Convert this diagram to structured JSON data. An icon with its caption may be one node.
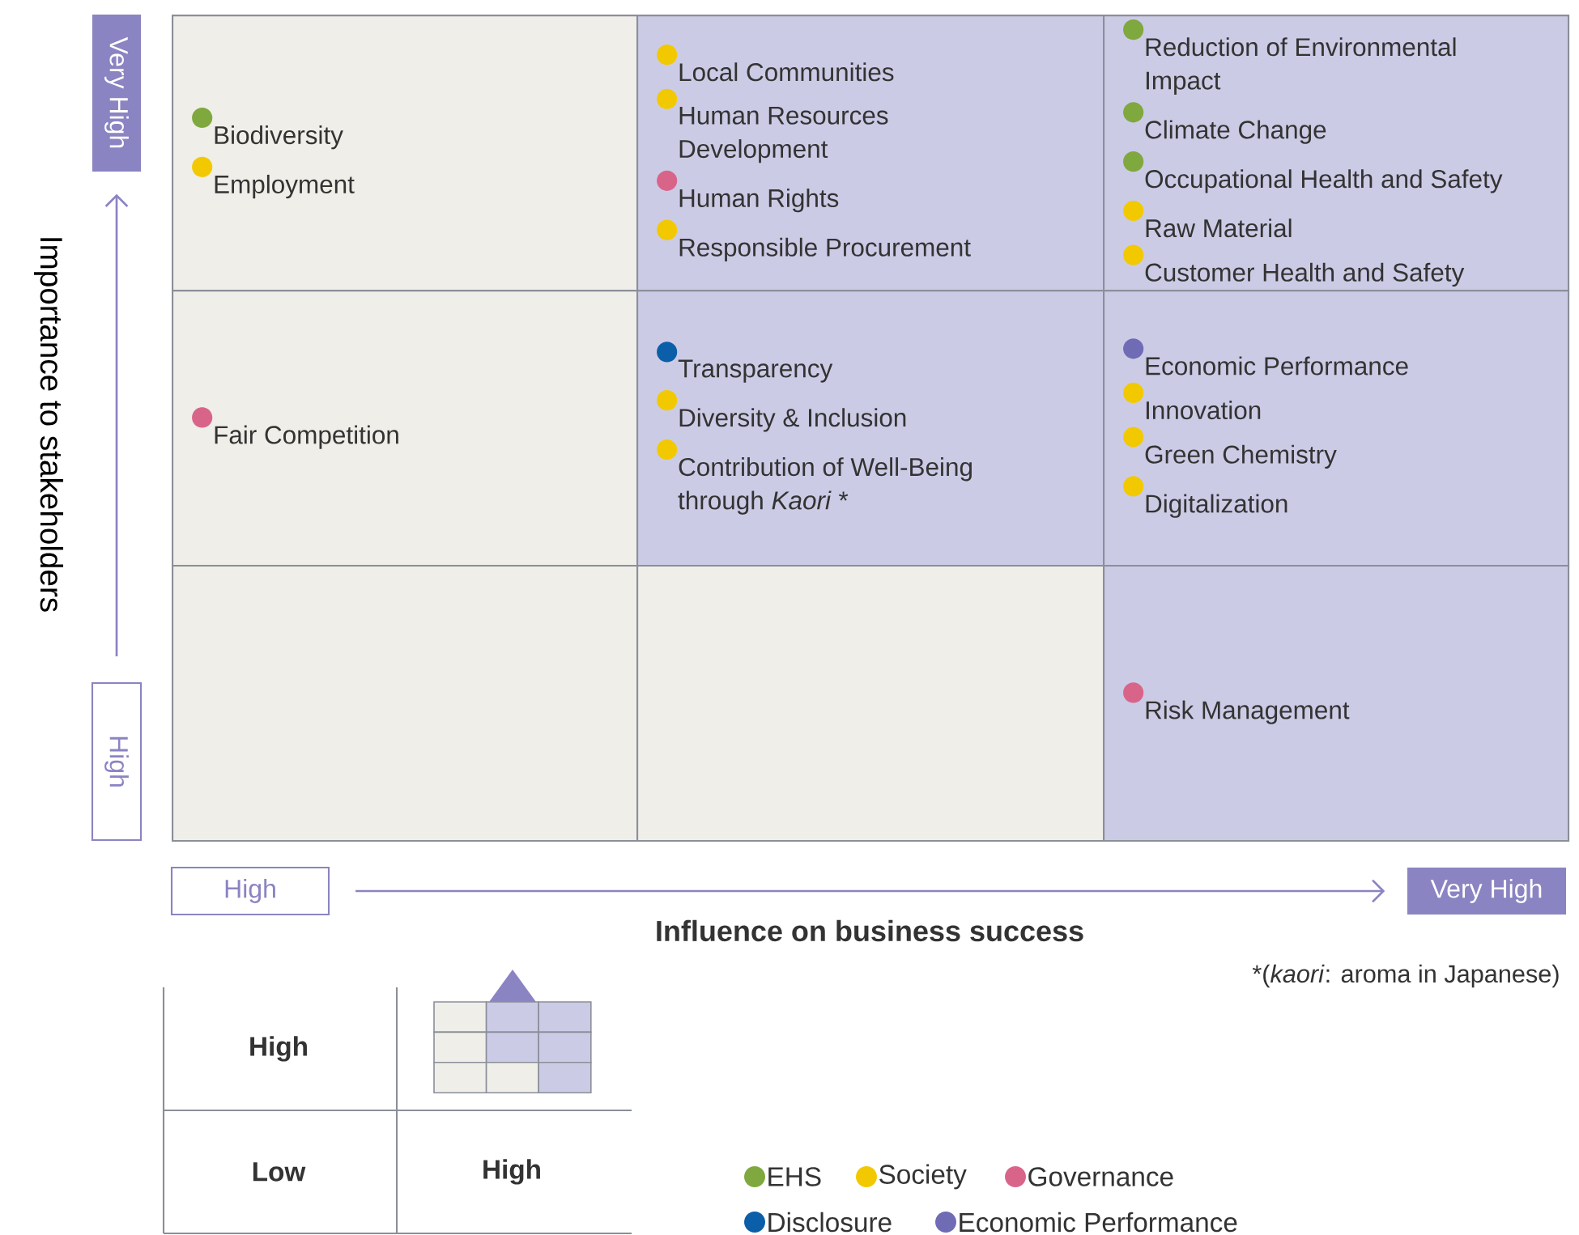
{
  "diagram": {
    "nodes": [
      {
        "text": [
          "Biodiversity",
          "Employment"
        ]
      },
      {
        "text": [
          "Local Communities",
          "Human Resources Development",
          "Human Rights",
          "Responsible Procurement"
        ]
      },
      {
        "text": [
          "Reduction of Environmental Impact",
          "Climate Change",
          "Occupational Health and Safety",
          "Raw Material",
          "Customer Health and Safety"
        ]
      },
      {
        "text": [
          "Fair Competition"
        ]
      },
      {
        "text": [
          "Transparency",
          "Diversity & Inclusion",
          "Contribution of Well-Being through *Kaori* *"
        ]
      },
      {
        "text": [
          "Economic Performance",
          "Innovation",
          "Green Chemistry",
          "Digitalization"
        ]
      },
      {
        "text": [],
        "shape": "box"
      },
      {
        "text": [],
        "shape": "box"
      },
      {
        "text": [
          "Risk Management"
        ]
      },
      {
        "text": [
          "High"
        ]
      },
      {
        "text": [
          "Very High"
        ]
      },
      {
        "text": [
          "High"
        ]
      },
      {
        "text": [
          "Very High"
        ]
      }
    ],
    "edges": [
      {
        "from": 9,
        "to": 10,
        "arrow": "to"
      },
      {
        "from": 11,
        "to": 12,
        "arrow": "to"
      }
    ],
    "labels": [
      "Importance to stakeholders",
      "Influence on business success",
      "*(*kaori*: aroma in Japanese)",
      "High",
      "Low",
      "High"
    ],
    "legend": [
      {
        "text": "EHS",
        "color": "#7fa83f"
      },
      {
        "text": "Society",
        "color": "#f2c900"
      },
      {
        "text": "Governance",
        "color": "#d9648a"
      },
      {
        "text": "Disclosure",
        "color": "#0b5ea8"
      },
      {
        "text": "Economic Performance",
        "color": "#6f6bb5"
      }
    ]
  }
}
